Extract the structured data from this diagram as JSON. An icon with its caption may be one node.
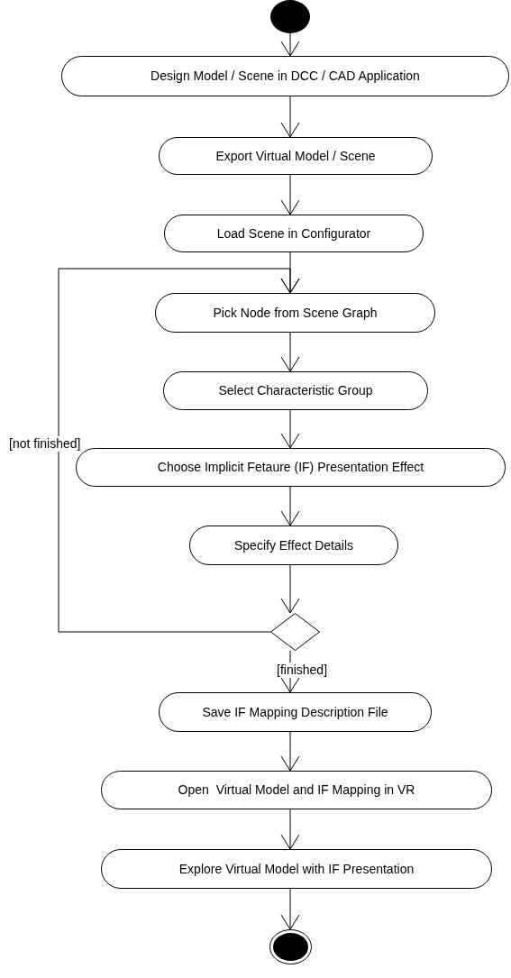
{
  "diagram": {
    "nodes": [
      {
        "text": [],
        "shape": "circle"
      },
      {
        "text": [
          "Design Model / Scene in DCC / CAD Application"
        ]
      },
      {
        "text": [
          "Export Virtual Model / Scene"
        ]
      },
      {
        "text": [
          "Load Scene in Configurator"
        ]
      },
      {
        "text": [
          "Pick Node from Scene Graph"
        ]
      },
      {
        "text": [
          "Select Characteristic Group"
        ]
      },
      {
        "text": [
          "Choose Implicit Fetaure (IF) Presentation Effect"
        ]
      },
      {
        "text": [
          "Specify Effect Details"
        ]
      },
      {
        "text": [],
        "shape": "diamond"
      },
      {
        "text": [
          "Save IF Mapping Description File"
        ]
      },
      {
        "text": [
          "Open  Virtual Model and IF Mapping in VR"
        ]
      },
      {
        "text": [
          "Explore Virtual Model with IF Presentation"
        ]
      },
      {
        "text": [],
        "shape": "circle"
      }
    ],
    "edges": [
      {
        "from": 0,
        "to": 1,
        "arrow": "to"
      },
      {
        "from": 1,
        "to": 2,
        "arrow": "to"
      },
      {
        "from": 2,
        "to": 3,
        "arrow": "to"
      },
      {
        "from": 3,
        "to": 4,
        "arrow": "to"
      },
      {
        "from": 4,
        "to": 5,
        "arrow": "to"
      },
      {
        "from": 5,
        "to": 6,
        "arrow": "to"
      },
      {
        "from": 6,
        "to": 7,
        "arrow": "to"
      },
      {
        "from": 7,
        "to": 8,
        "arrow": "to"
      },
      {
        "from": 8,
        "to": 4,
        "label": "[not finished]",
        "arrow": "to"
      },
      {
        "from": 8,
        "to": 9,
        "label": "[finished]",
        "arrow": "to"
      },
      {
        "from": 9,
        "to": 10,
        "arrow": "to"
      },
      {
        "from": 10,
        "to": 11,
        "arrow": "to"
      },
      {
        "from": 11,
        "to": 12,
        "arrow": "to"
      }
    ]
  }
}
